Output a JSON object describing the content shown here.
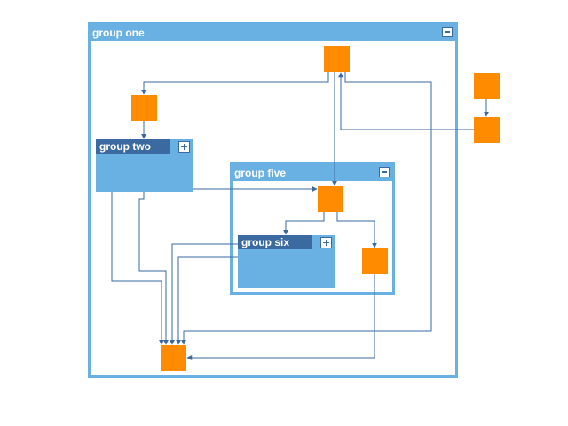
{
  "groups": {
    "one": {
      "label": "group one"
    },
    "two": {
      "label": "group two"
    },
    "five": {
      "label": "group five"
    },
    "six": {
      "label": "group six"
    }
  },
  "colors": {
    "group_border": "#69b0e3",
    "group_header": "#69b0e3",
    "collapsed_tab": "#3b6aa0",
    "node": "#ff8c00",
    "edge": "#3b6aa0"
  },
  "icons": {
    "collapse": "minus-icon",
    "expand": "plus-icon"
  }
}
